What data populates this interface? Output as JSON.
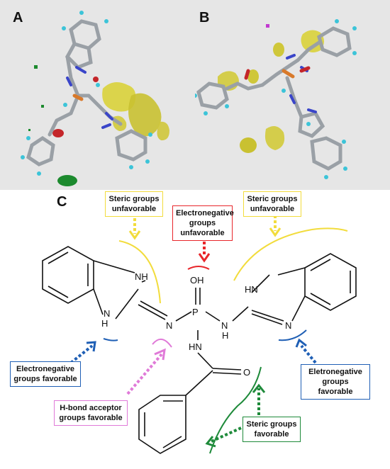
{
  "panels": {
    "a": {
      "label": "A"
    },
    "b": {
      "label": "B"
    },
    "c": {
      "label": "C"
    }
  },
  "molecule": {
    "atoms": {
      "nh_left_top": "NH",
      "nh_left_bottom": "H",
      "n_left_bottom": "N",
      "n_imine_left": "N",
      "p": "P",
      "oh": "OH",
      "nh_right_n": "N",
      "nh_right_h": "H",
      "hn_right_top": "HN",
      "n_right_bottom": "N",
      "hn_amide": "HN",
      "o_carbonyl": "O"
    }
  },
  "annotations": {
    "steric_unfav_left": "Steric groups unfavorable",
    "electroneg_unfav": "Electronegative groups unfavorable",
    "steric_unfav_right": "Steric groups unfavorable",
    "electroneg_fav_left": "Electronegative groups favorable",
    "hbond_acceptor": "H-bond acceptor groups favorable",
    "electroneg_fav_right": "Eletronegative groups favorable",
    "steric_fav": "Steric groups favorable"
  },
  "colors": {
    "yellow": "#f2dc3c",
    "red": "#e8262b",
    "blue": "#1f5fb5",
    "magenta": "#e07ad8",
    "green": "#1e8a3a"
  }
}
